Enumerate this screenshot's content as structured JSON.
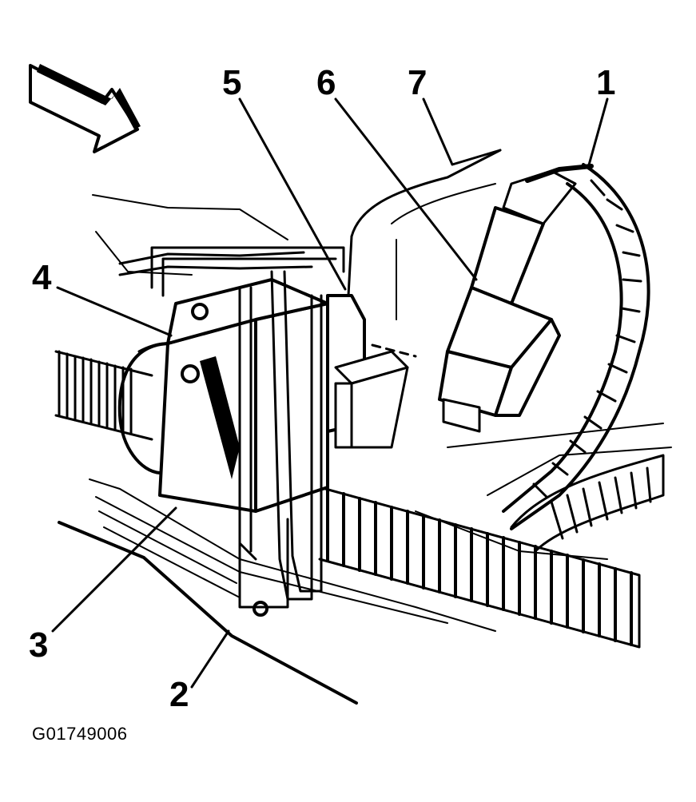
{
  "callouts": {
    "c1": "1",
    "c2": "2",
    "c3": "3",
    "c4": "4",
    "c5": "5",
    "c6": "6",
    "c7": "7"
  },
  "figure_id": "G01749006",
  "colors": {
    "ink": "#000000",
    "paper": "#ffffff"
  },
  "icons": {
    "direction": "front-direction-arrow-icon"
  }
}
